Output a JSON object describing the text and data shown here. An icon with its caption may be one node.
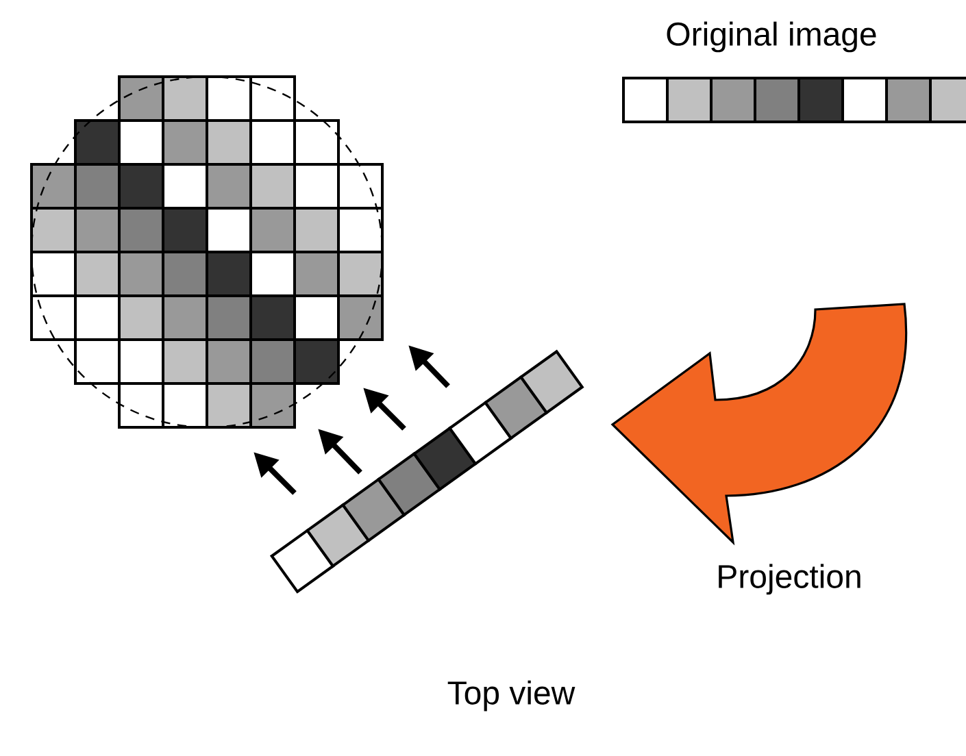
{
  "diagram": {
    "labels": [
      "Original image",
      "Projection",
      "Top view"
    ]
  }
}
